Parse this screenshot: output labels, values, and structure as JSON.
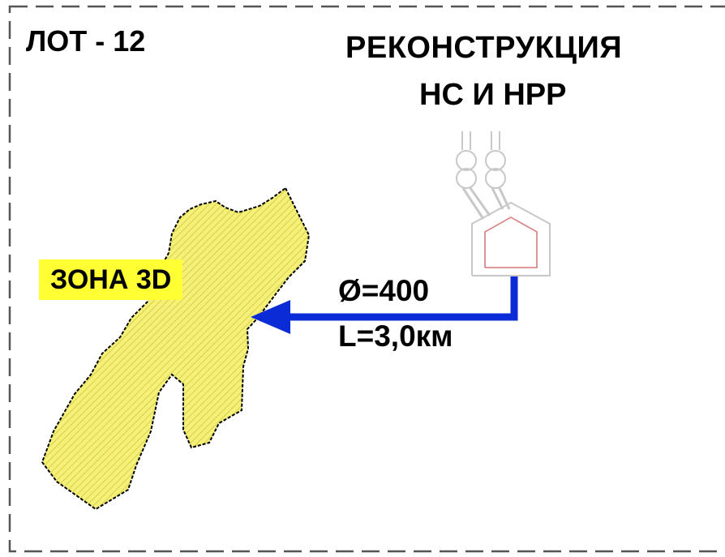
{
  "lot": {
    "label": "ЛОТ - 12"
  },
  "title": {
    "line1": "РЕКОНСТРУКЦИЯ",
    "line2": "НС И НРР"
  },
  "zone": {
    "label": "ЗОНА 3D",
    "highlight_color": "#ffff33",
    "fill_color": "#f5f078"
  },
  "pipeline": {
    "diameter": "Ø=400",
    "length": "L=3,0км",
    "color": "#0a2bd6"
  },
  "station": {
    "icon": "pump-station-icon",
    "line_color": "#c8c8c8",
    "accent_color": "#d98a8a"
  },
  "frame": {
    "border_color": "#555555"
  }
}
